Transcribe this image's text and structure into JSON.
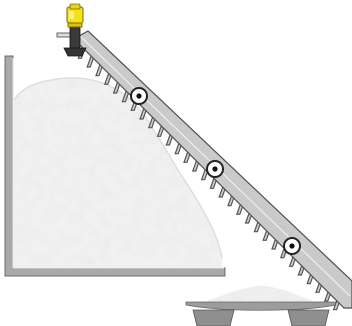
{
  "scene": {
    "subject": "stockpile-with-inclined-conveyor",
    "icons": {
      "sensor": "radar-level-sensor-icon",
      "pile": "bulk-material-pile",
      "conveyor": "inclined-conveyor-belt",
      "wall": "bunker-wall",
      "tray": "collection-tray"
    },
    "colors": {
      "sensor_housing": "#f2e021",
      "sensor_dark": "#2d2d2d",
      "conveyor_fill": "#c9c9c9",
      "conveyor_stroke": "#555555",
      "wall_fill": "#a8a8a8",
      "tray_fill": "#9a9a9a",
      "material": "#eeeeee"
    }
  }
}
